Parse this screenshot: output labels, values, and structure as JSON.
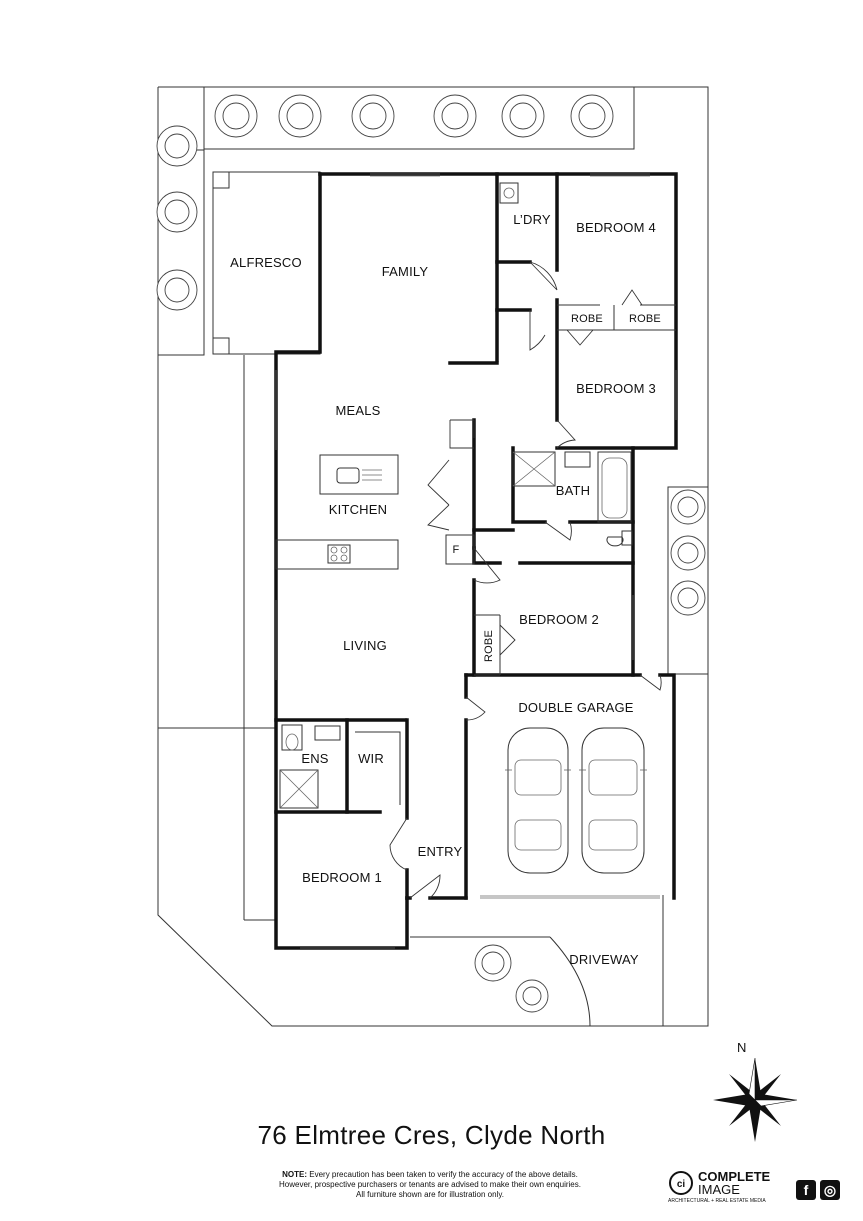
{
  "rooms": {
    "alfresco": "ALFRESCO",
    "family": "FAMILY",
    "laundry": "L’DRY",
    "bedroom4": "BEDROOM 4",
    "robe_a": "ROBE",
    "robe_b": "ROBE",
    "bedroom3": "BEDROOM 3",
    "meals": "MEALS",
    "kitchen": "KITCHEN",
    "bath": "BATH",
    "fridge": "F",
    "bedroom2": "BEDROOM 2",
    "robe_c": "ROBE",
    "living": "LIVING",
    "double_garage": "DOUBLE GARAGE",
    "ensuite": "ENS",
    "wir": "WIR",
    "entry": "ENTRY",
    "bedroom1": "BEDROOM 1",
    "driveway": "DRIVEWAY"
  },
  "compass": {
    "north_label": "N"
  },
  "address": "76 Elmtree Cres, Clyde North",
  "disclaimer": {
    "prefix": "NOTE:",
    "line1": " Every precaution has been taken to verify the accuracy of the above details.",
    "line2": "However, prospective purchasers or tenants are advised to make their own enquiries.",
    "line3": "All furniture shown are for illustration only."
  },
  "brand": {
    "name_line1": "COMPLETE",
    "name_line2": "IMAGE",
    "tagline": "ARCHITECTURAL + REAL ESTATE MEDIA",
    "logo_icon": "ci-logo-icon"
  },
  "social": {
    "facebook": "f",
    "instagram": "◎"
  }
}
